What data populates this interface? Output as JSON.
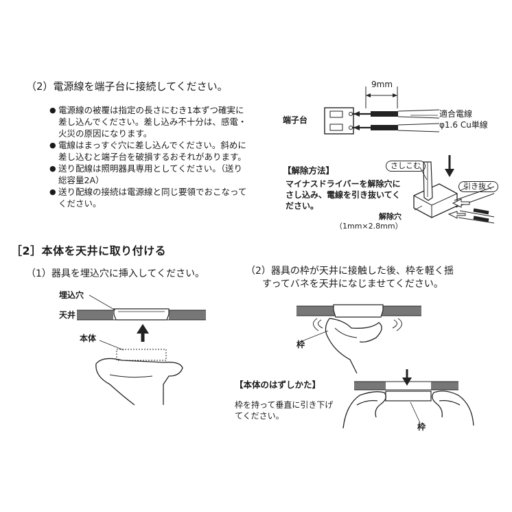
{
  "step_wiring": {
    "title": "（2）電源線を端子台に接続してください。",
    "bullets": [
      "電源線の被覆は指定の長さにむき1本ずつ確実に差し込んでください。差し込み不十分は、感電・火災の原因になります。",
      "電線はまっすぐ穴に差し込んでください。斜めに差し込むと端子台を破損するおそれがあります。",
      "送り配線は照明器具専用としてください。（送り総容量2A）",
      "送り配線の接続は電源線と同じ要領でおこなってください。"
    ]
  },
  "terminal_diagram": {
    "strip_length": "9mm",
    "terminal_label": "端子台",
    "wire_label_1": "適合電線",
    "wire_label_2": "φ1.6 Cu単線"
  },
  "release_method": {
    "title": "【解除方法】",
    "text": "マイナスドライバーを解除穴にさし込み、電線を引き抜いてください。",
    "insert_label": "さしこむ",
    "pull_label": "引き抜く",
    "hole_label": "解除穴",
    "hole_size": "（1mm×2.8mm）"
  },
  "section2": {
    "heading": "［2］本体を天井に取り付ける",
    "step1": {
      "text": "（1）器具を埋込穴に挿入してください。",
      "hole_label": "埋込穴",
      "ceiling_label": "天井",
      "body_label": "本体"
    },
    "step2": {
      "text_line1": "（2）器具の枠が天井に接触した後、枠を軽く揺",
      "text_line2": "すってバネを天井になじませてください。",
      "frame_label": "枠"
    },
    "removal": {
      "title": "【本体のはずしかた】",
      "text": "枠を持って垂直に引き下げてください。",
      "frame_label": "枠"
    }
  }
}
